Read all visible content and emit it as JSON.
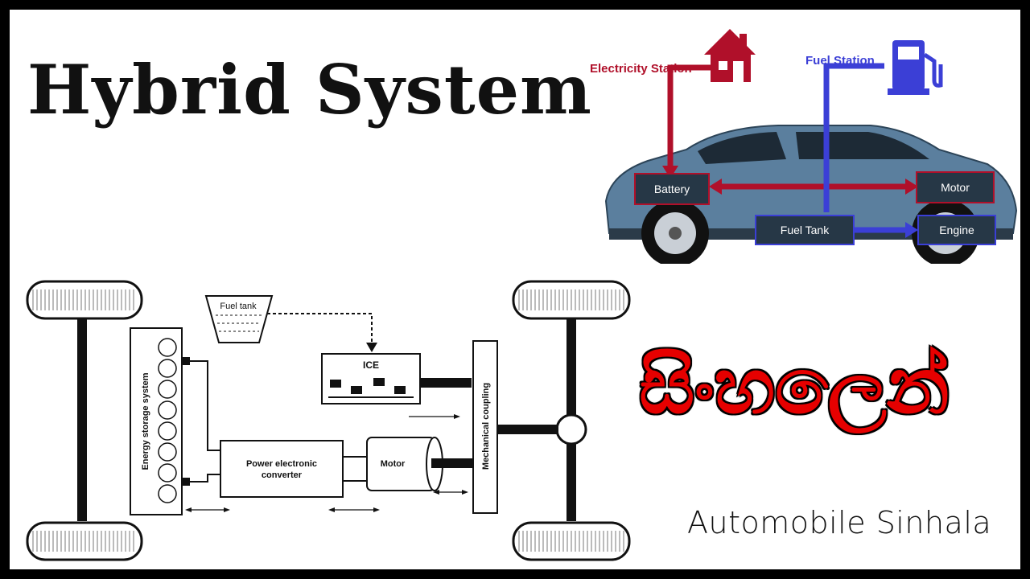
{
  "title": "Hybrid System",
  "sinhala_text": "සිංහලෙන්",
  "brand": "Automobile Sinhala",
  "car_diagram": {
    "electricity_station": "Electricity Station",
    "fuel_station": "Fuel Station",
    "battery": "Battery",
    "motor": "Motor",
    "fuel_tank": "Fuel Tank",
    "engine": "Engine"
  },
  "schematic": {
    "fuel_tank": "Fuel tank",
    "ice": "ICE",
    "energy_storage": "Energy storage system",
    "converter_line1": "Power electronic",
    "converter_line2": "converter",
    "motor": "Motor",
    "coupling": "Mechanical coupling"
  },
  "colors": {
    "electric_path": "#b0102a",
    "fuel_path": "#3b3fd6",
    "car_body": "#5b7f9e",
    "sinhala_text": "#e60000"
  }
}
